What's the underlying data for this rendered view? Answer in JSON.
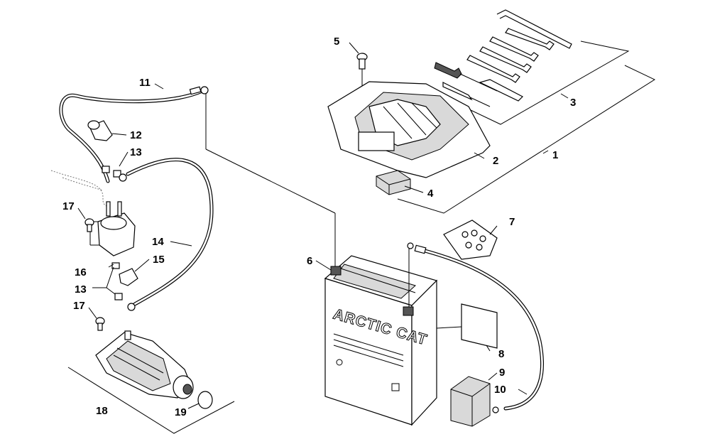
{
  "diagram": {
    "callouts": {
      "c1": "1",
      "c2": "2",
      "c3": "3",
      "c4": "4",
      "c5": "5",
      "c6": "6",
      "c7": "7",
      "c8": "8",
      "c9": "9",
      "c10": "10",
      "c11": "11",
      "c12": "12",
      "c13a": "13",
      "c13b": "13",
      "c14": "14",
      "c15": "15",
      "c16": "16",
      "c17a": "17",
      "c17b": "17",
      "c18": "18",
      "c19": "19"
    },
    "battery_brand": "ARCTIC CAT"
  }
}
